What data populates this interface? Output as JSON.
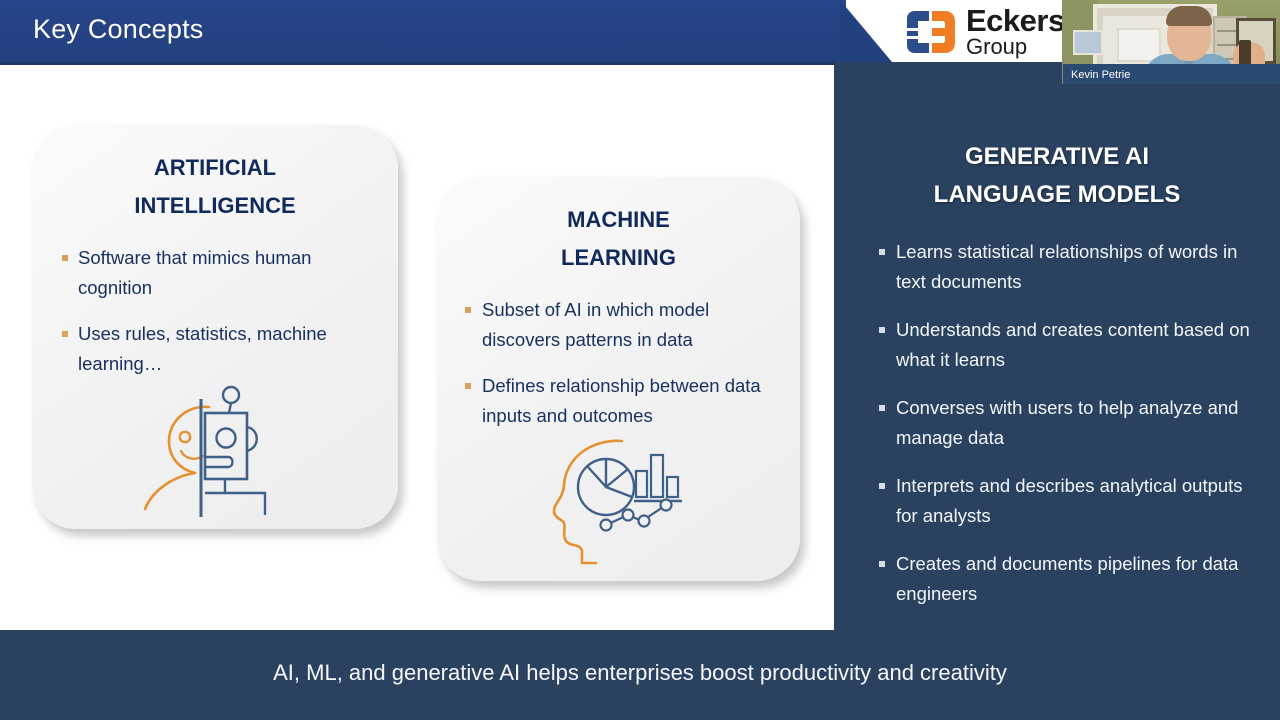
{
  "header": {
    "title": "Key Concepts",
    "logo": {
      "line1": "Eckerson",
      "line2": "Group",
      "mark_blue": "#2b4d8c",
      "mark_orange": "#f07d23"
    }
  },
  "video_overlay": {
    "name": "Kevin Petrie"
  },
  "cards": [
    {
      "id": "artificial-intelligence",
      "title_line1": "ARTIFICIAL",
      "title_line2": "INTELLIGENCE",
      "bullets": [
        "Software that mimics human cognition",
        "Uses rules, statistics, machine learning…"
      ],
      "icon": "human-robot-icon"
    },
    {
      "id": "machine-learning",
      "title_line1": "MACHINE",
      "title_line2": "LEARNING",
      "bullets": [
        "Subset of AI in which model discovers patterns in data",
        "Defines relationship between data inputs and outcomes"
      ],
      "icon": "head-analytics-icon"
    }
  ],
  "right_panel": {
    "title_line1": "GENERATIVE AI",
    "title_line2": "LANGUAGE MODELS",
    "bullets": [
      "Learns statistical relationships of words in text documents",
      "Understands and creates content based on what it learns",
      "Converses with users to help analyze and manage data",
      "Interprets and describes analytical outputs for analysts",
      "Creates and documents pipelines for data engineers"
    ]
  },
  "footer": {
    "text": "AI, ML, and generative AI helps enterprises boost productivity and creativity"
  },
  "colors": {
    "header_blue": "#254382",
    "panel_navy": "#2a4260",
    "card_bg": "#f1f1f2",
    "title_navy": "#102a5c",
    "bullet_orange": "#d9a25b",
    "icon_blue": "#3f6088",
    "icon_orange": "#e5912f"
  }
}
